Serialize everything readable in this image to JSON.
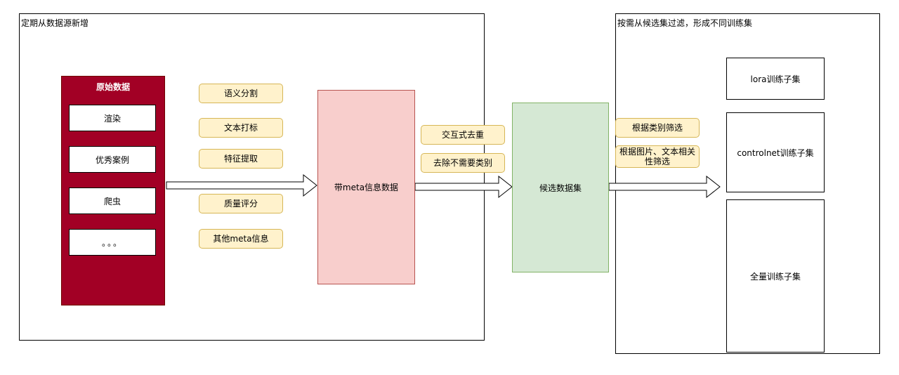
{
  "left_frame": {
    "title": "定期从数据源新增"
  },
  "right_frame": {
    "title": "按需从候选集过滤，形成不同训练集"
  },
  "raw_data": {
    "title": "原始数据",
    "items": [
      "渲染",
      "优秀案例",
      "爬虫",
      "。。。"
    ],
    "fill_color": "#a20025"
  },
  "processing_tags": [
    "语义分割",
    "文本打标",
    "特征提取",
    "质量评分",
    "其他meta信息"
  ],
  "meta_data_box": {
    "label": "带meta信息数据",
    "fill_color": "#f8cecc",
    "border_color": "#b85450"
  },
  "dedup_tags": [
    "交互式去重",
    "去除不需要类别"
  ],
  "candidate_box": {
    "label": "候选数据集",
    "fill_color": "#d5e8d4",
    "border_color": "#82b366"
  },
  "filter_tags": [
    "根据类别筛选",
    "根据图片、文本相关性筛选"
  ],
  "training_sets": [
    "lora训练子集",
    "controlnet训练子集",
    "全量训练子集"
  ],
  "colors": {
    "tag_fill": "#fff2cc",
    "tag_border": "#d6b656"
  }
}
